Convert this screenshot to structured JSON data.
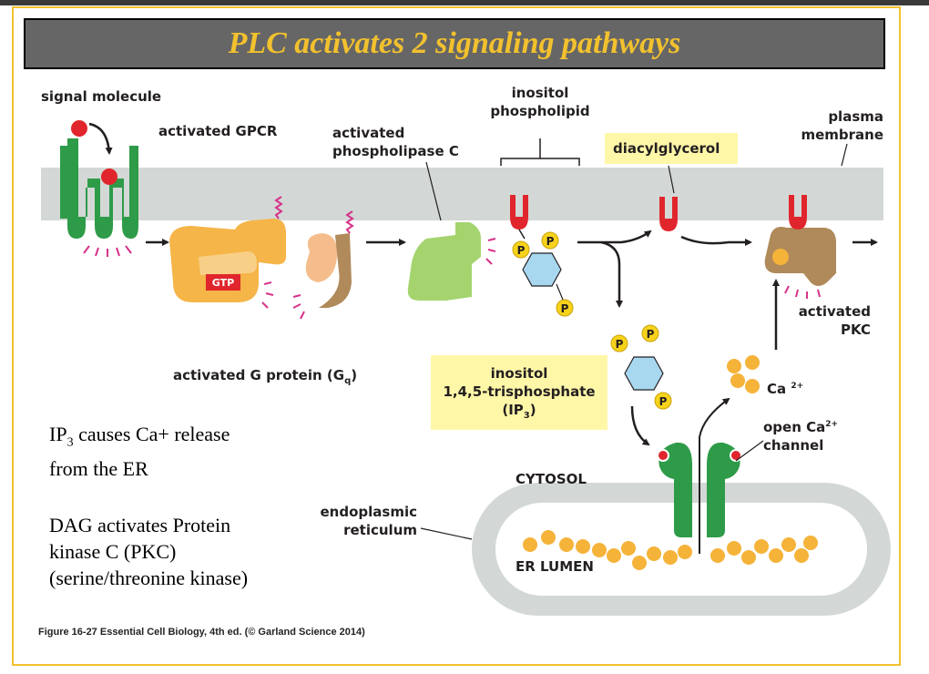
{
  "title": "PLC activates 2 signaling pathways",
  "labels": {
    "signal_molecule": "signal molecule",
    "activated_gpcr": "activated GPCR",
    "activated_plc_line1": "activated",
    "activated_plc_line2": "phospholipase C",
    "inositol_phospholipid_line1": "inositol",
    "inositol_phospholipid_line2": "phospholipid",
    "diacylglycerol": "diacylglycerol",
    "plasma_membrane_line1": "plasma",
    "plasma_membrane_line2": "membrane",
    "gtp": "GTP",
    "activated_g_protein": "activated G protein (G",
    "activated_g_protein_sub": "q",
    "activated_g_protein_end": ")",
    "ip3_line1": "inositol",
    "ip3_line2": "1,4,5-trisphosphate",
    "ip3_line3_pre": "(IP",
    "ip3_line3_sub": "3",
    "ip3_line3_post": ")",
    "activated_pkc_line1": "activated",
    "activated_pkc_line2": "PKC",
    "ca": "Ca",
    "ca_sup": "2+",
    "open_channel_line1": "open Ca",
    "open_channel_sup": "2+",
    "open_channel_line2": "channel",
    "cytosol": "CYTOSOL",
    "er_line1": "endoplasmic",
    "er_line2": "reticulum",
    "er_lumen": "ER LUMEN",
    "phosphate": "P"
  },
  "notes": {
    "ip3_pre": "IP",
    "ip3_sub": "3",
    "ip3_line1_rest": " causes Ca+ release",
    "ip3_line2": "from the ER",
    "dag_line1": "DAG activates Protein",
    "dag_line2": "kinase C (PKC)",
    "dag_line3": "(serine/threonine kinase)"
  },
  "caption": "Figure 16-27 Essential Cell Biology, 4th ed. (© Garland Science 2014)",
  "colors": {
    "title_bg": "#666666",
    "title_text": "#f2c12e",
    "frame": "#f2c12e",
    "membrane": "#d3d8d6",
    "gpcr": "#2e9b48",
    "g_protein": "#f5b548",
    "plc": "#a5d46f",
    "pkc": "#b08a5a",
    "lipid_red": "#e0262c",
    "phosphate": "#f7d21b",
    "inositol_ring": "#a8d8f0",
    "calcium": "#f5b33a",
    "ip3_box": "#fff7a8",
    "activation_ray": "#d6338a"
  }
}
